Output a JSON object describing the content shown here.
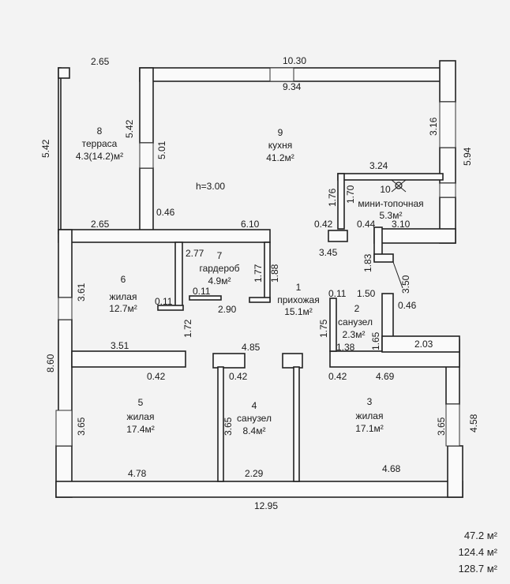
{
  "rooms": [
    {
      "num": "8",
      "name": "терраса",
      "area": "4.3(14.2)м²"
    },
    {
      "num": "9",
      "name": "кухня",
      "area": "41.2м²"
    },
    {
      "num": "10",
      "name": "мини-топочная",
      "area": "5.3м²"
    },
    {
      "num": "7",
      "name": "гардероб",
      "area": "4.9м²"
    },
    {
      "num": "6",
      "name": "жилая",
      "area": "12.7м²"
    },
    {
      "num": "1",
      "name": "прихожая",
      "area": "15.1м²"
    },
    {
      "num": "2",
      "name": "санузел",
      "area": "2.3м²"
    },
    {
      "num": "5",
      "name": "жилая",
      "area": "17.4м²"
    },
    {
      "num": "4",
      "name": "санузел",
      "area": "8.4м²"
    },
    {
      "num": "3",
      "name": "жилая",
      "area": "17.1м²"
    }
  ],
  "ceiling": "h=3.00",
  "dims": {
    "d_2_65_top": "2.65",
    "d_10_30": "10.30",
    "d_9_34": "9.34",
    "d_5_42_left": "5.42",
    "d_5_42_inner": "5.42",
    "d_5_01": "5.01",
    "d_3_16": "3.16",
    "d_5_94": "5.94",
    "d_3_24": "3.24",
    "d_1_76": "1.76",
    "d_1_70": "1.70",
    "d_0_42_mt": "0.42",
    "d_0_44": "0.44",
    "d_3_10": "3.10",
    "d_3_45": "3.45",
    "d_0_46_a": "0.46",
    "d_2_65_b": "2.65",
    "d_6_10": "6.10",
    "d_2_77": "2.77",
    "d_1_77": "1.77",
    "d_1_88": "1.88",
    "d_1_83": "1.83",
    "d_3_50": "3.50",
    "d_3_61": "3.61",
    "d_0_11_a": "0.11",
    "d_0_11_b": "0.11",
    "d_2_90": "2.90",
    "d_0_11_c": "0.11",
    "d_1_50": "1.50",
    "d_0_46_b": "0.46",
    "d_1_75": "1.75",
    "d_1_65": "1.65",
    "d_1_38": "1.38",
    "d_2_03": "2.03",
    "d_3_51": "3.51",
    "d_1_72": "1.72",
    "d_4_85": "4.85",
    "d_8_60": "8.60",
    "d_0_42_a": "0.42",
    "d_0_42_b": "0.42",
    "d_0_42_c": "0.42",
    "d_4_69": "4.69",
    "d_3_65_a": "3.65",
    "d_3_65_b": "3.65",
    "d_3_65_c": "3.65",
    "d_4_58": "4.58",
    "d_4_78": "4.78",
    "d_2_29": "2.29",
    "d_4_68": "4.68",
    "d_12_95": "12.95"
  },
  "totals": [
    "47.2 м²",
    "124.4 м²",
    "128.7 м²"
  ]
}
